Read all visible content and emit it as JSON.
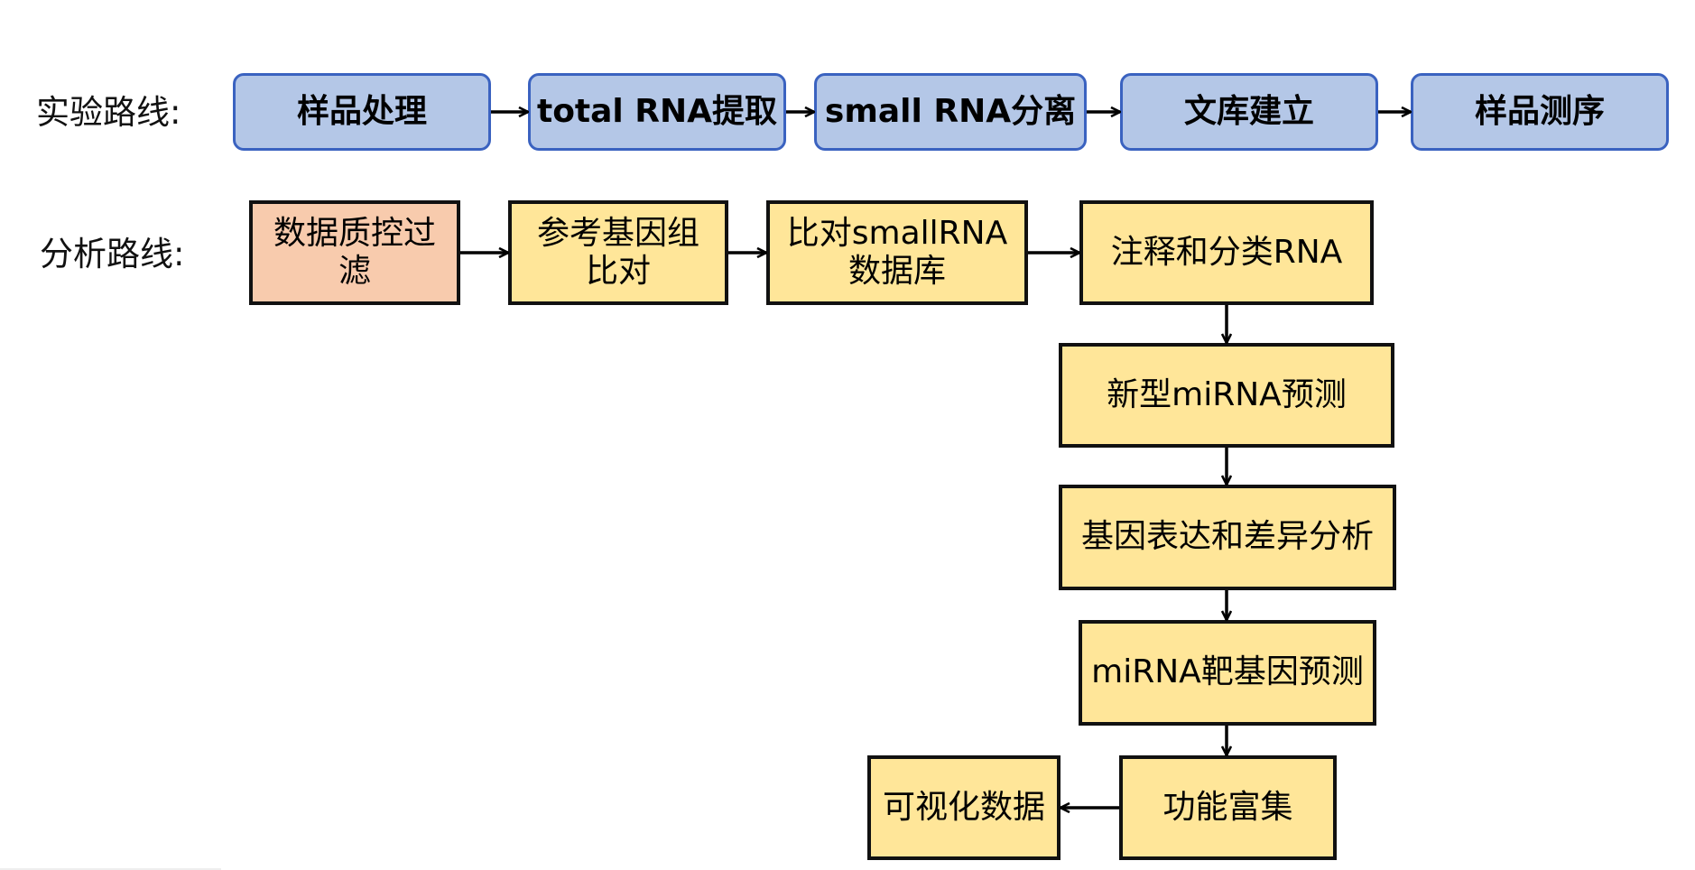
{
  "experiment": {
    "label": "实验路线:",
    "steps": [
      "样品处理",
      "total RNA提取",
      "small RNA分离",
      "文库建立",
      "样品测序"
    ]
  },
  "analysis": {
    "label": "分析路线:",
    "steps": [
      [
        "数据质控过",
        "滤"
      ],
      [
        "参考基因组",
        "比对"
      ],
      [
        "比对smallRNA",
        "数据库"
      ],
      [
        "注释和分类RNA"
      ],
      [
        "新型miRNA预测"
      ],
      [
        "基因表达和差异分析"
      ],
      [
        "miRNA靶基因预测"
      ],
      [
        "功能富集"
      ],
      [
        "可视化数据"
      ]
    ]
  },
  "colors": {
    "experiment_fill": "#b4c7e7",
    "experiment_border": "#3a62c0",
    "analysis_fill": "#ffe699",
    "qc_fill": "#f8cbad",
    "analysis_border": "#111111",
    "arrow": "#000000"
  }
}
